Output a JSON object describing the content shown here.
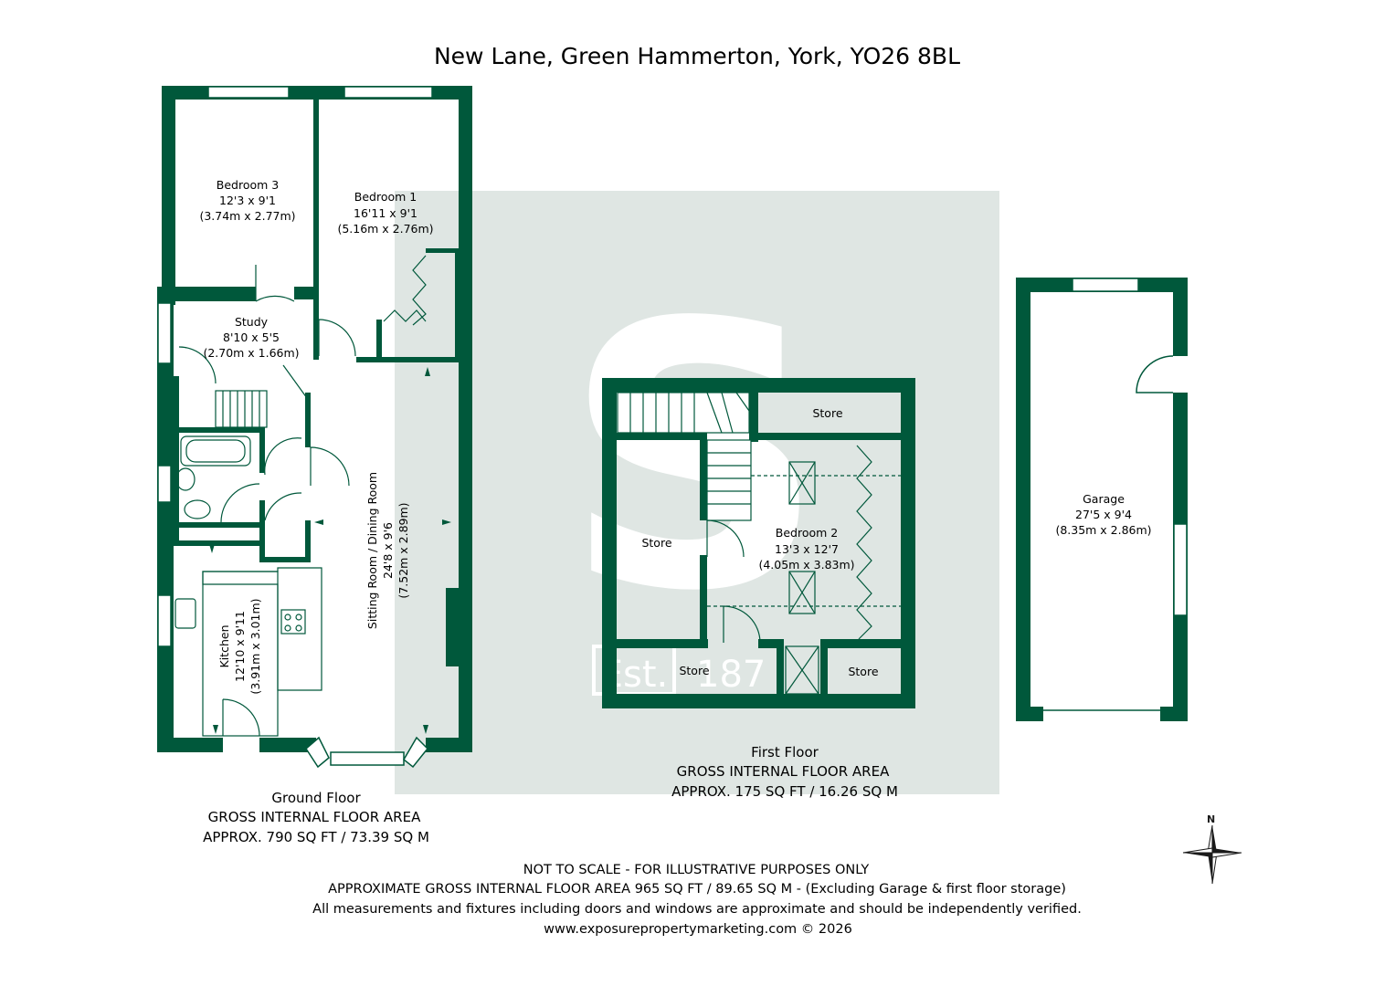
{
  "title": "New Lane, Green Hammerton, York, YO26 8BL",
  "colors": {
    "wall": "#00583b",
    "watermark_bg": "#dfe6e3",
    "fixture": "#00583b",
    "text": "#1a1a1a"
  },
  "watermark": {
    "letter": "S",
    "est_label": "Est.",
    "year": "187"
  },
  "ground_floor": {
    "label": "Ground Floor",
    "area_label": "GROSS INTERNAL FLOOR AREA",
    "area_value": "APPROX. 790 SQ FT / 73.39 SQ M",
    "rooms": {
      "bedroom3": {
        "name": "Bedroom 3",
        "imperial": "12'3 x 9'1",
        "metric": "(3.74m x 2.77m)"
      },
      "bedroom1": {
        "name": "Bedroom 1",
        "imperial": "16'11 x 9'1",
        "metric": "(5.16m x 2.76m)"
      },
      "study": {
        "name": "Study",
        "imperial": "8'10 x 5'5",
        "metric": "(2.70m x 1.66m)"
      },
      "sitting": {
        "name": "Sitting Room / Dining Room",
        "imperial": "24'8 x 9'6",
        "metric": "(7.52m x 2.89m)"
      },
      "kitchen": {
        "name": "Kitchen",
        "imperial": "12'10 x 9'11",
        "metric": "(3.91m x 3.01m)"
      }
    }
  },
  "first_floor": {
    "label": "First Floor",
    "area_label": "GROSS INTERNAL FLOOR AREA",
    "area_value": "APPROX. 175 SQ FT / 16.26 SQ M",
    "rooms": {
      "store_top": {
        "name": "Store"
      },
      "store_left": {
        "name": "Store"
      },
      "store_bottom_left": {
        "name": "Store"
      },
      "store_bottom_right": {
        "name": "Store"
      },
      "bedroom2": {
        "name": "Bedroom 2",
        "imperial": "13'3 x 12'7",
        "metric": "(4.05m x 3.83m)"
      }
    }
  },
  "garage": {
    "name": "Garage",
    "imperial": "27'5 x 9'4",
    "metric": "(8.35m x 2.86m)"
  },
  "compass": {
    "north_label": "N"
  },
  "footer": {
    "line1": "NOT TO SCALE - FOR ILLUSTRATIVE PURPOSES ONLY",
    "line2": "APPROXIMATE GROSS INTERNAL FLOOR AREA 965 SQ FT / 89.65 SQ M - (Excluding Garage & first floor storage)",
    "line3": "All measurements and fixtures including doors and windows are approximate and should be independently verified.",
    "line4": "www.exposurepropertymarketing.com © 2026"
  }
}
